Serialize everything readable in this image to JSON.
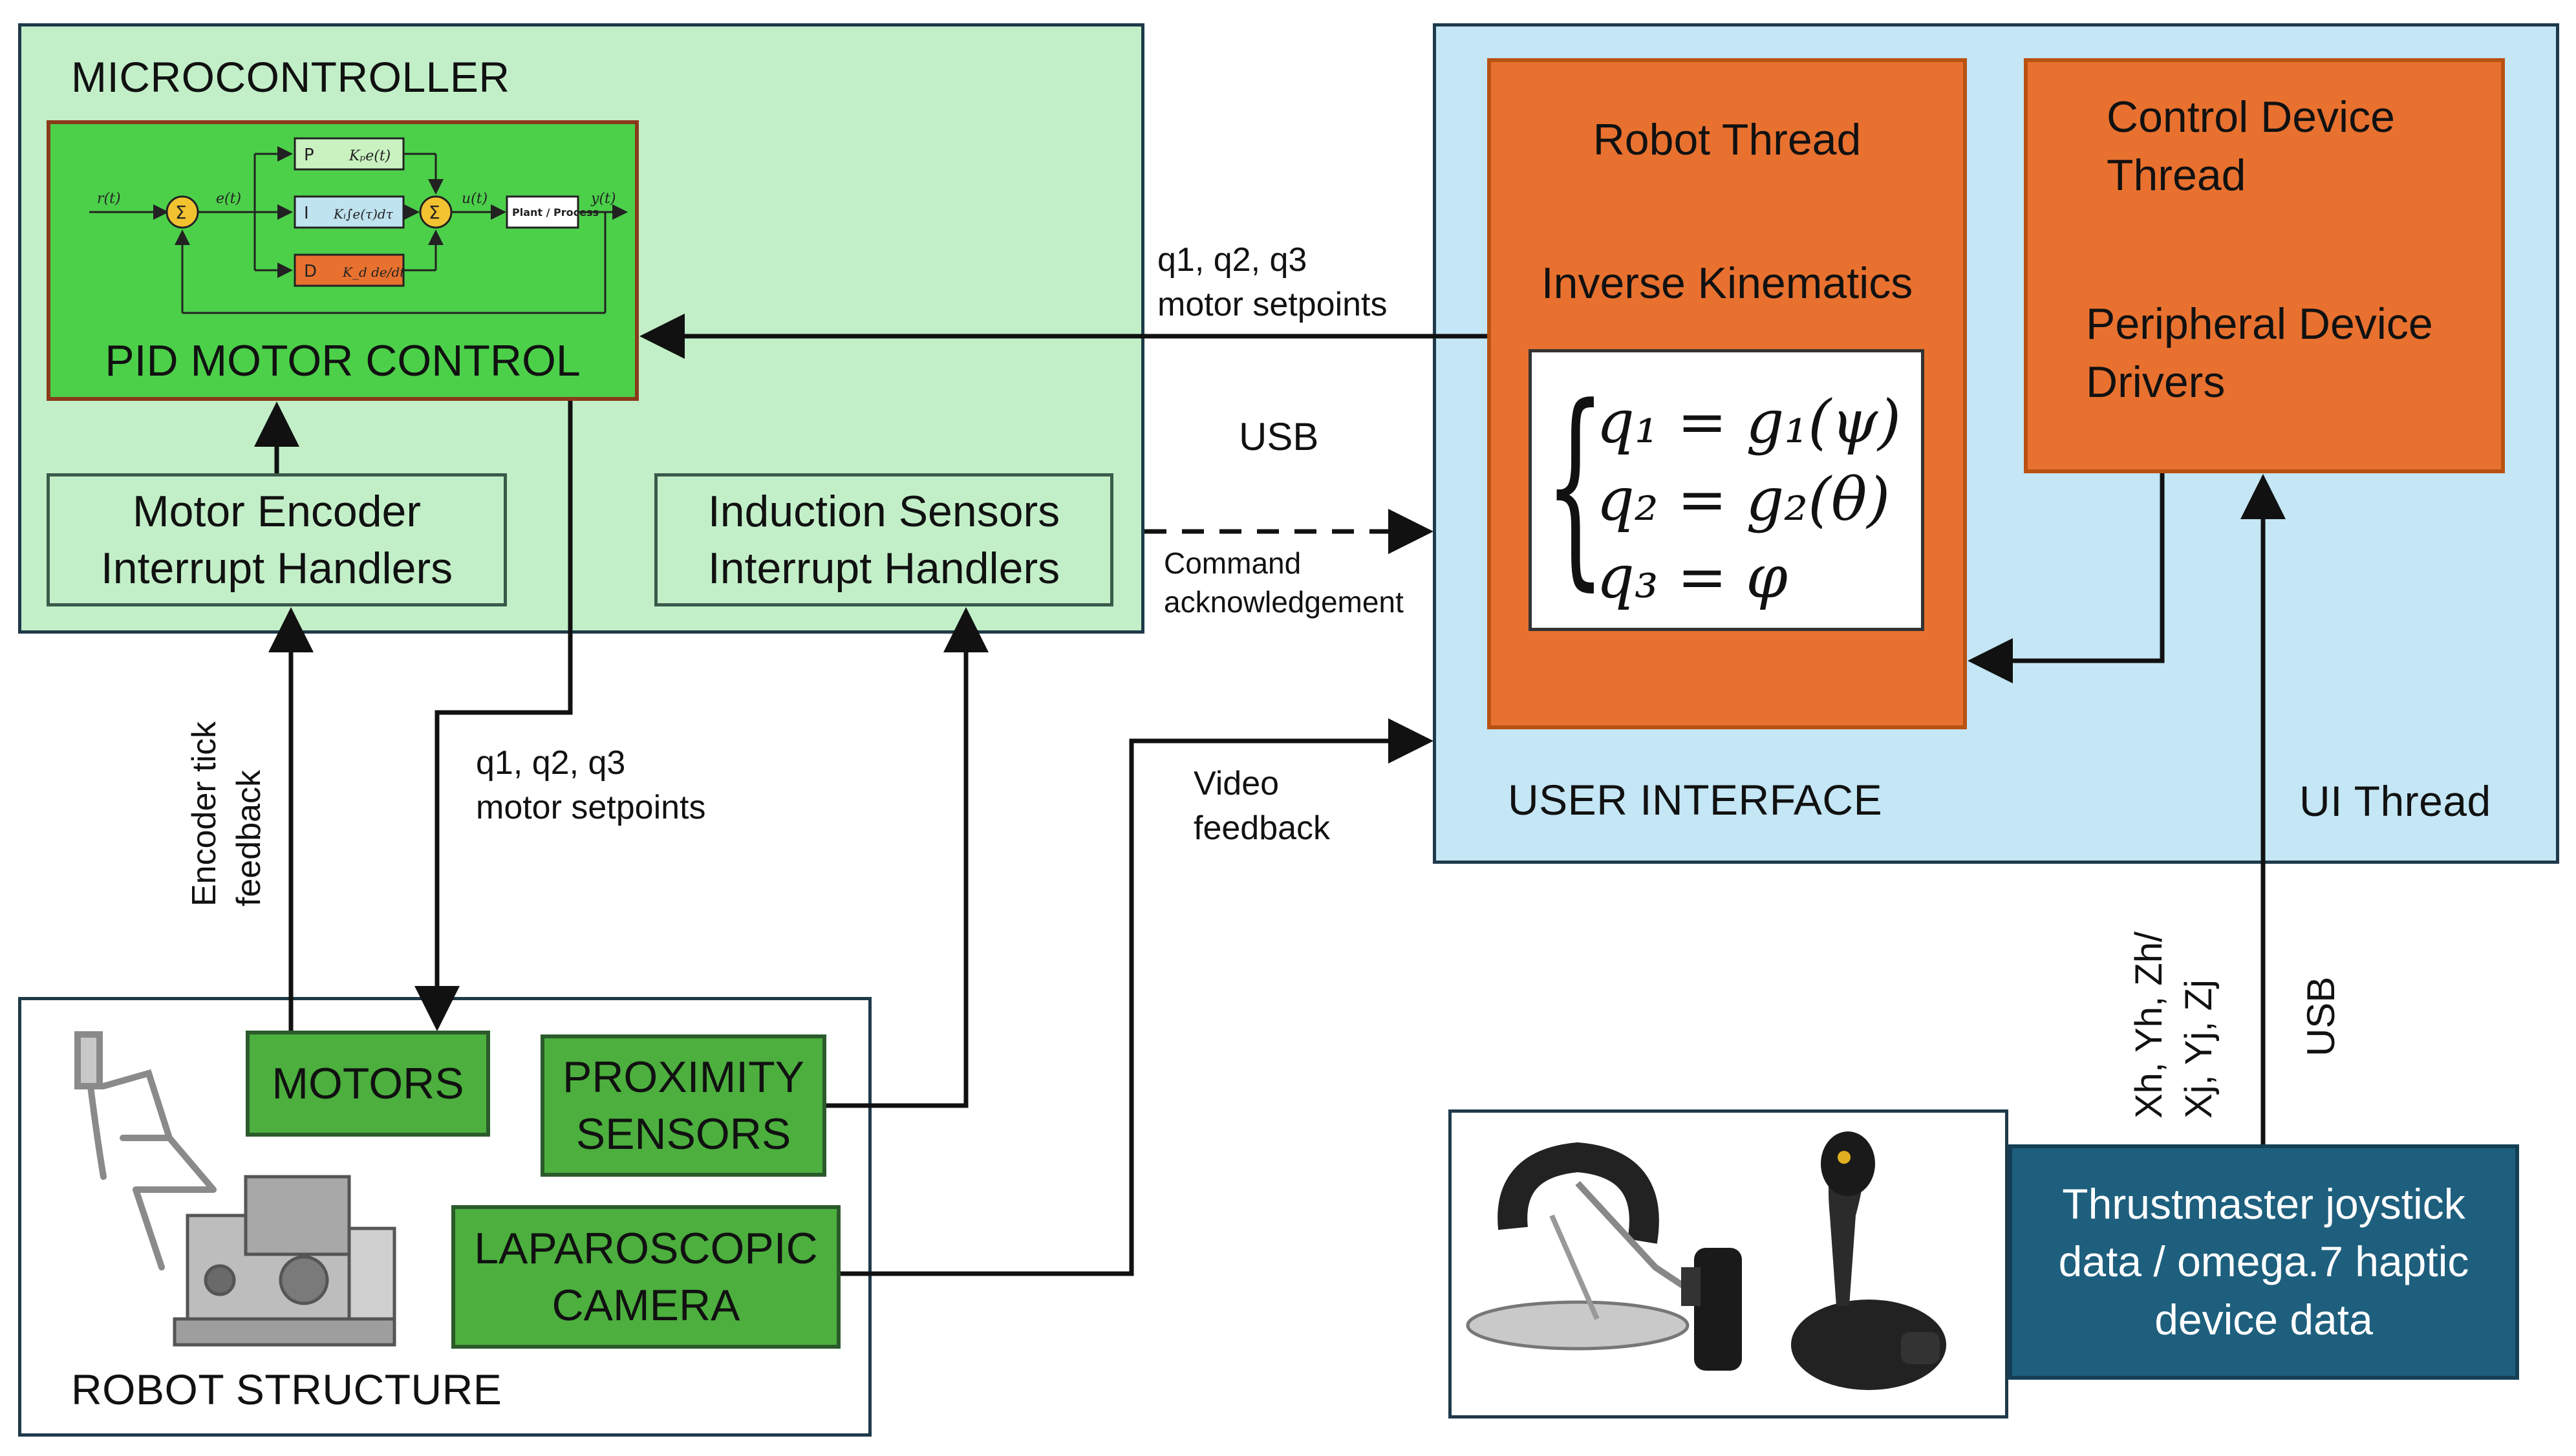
{
  "microcontroller": {
    "title": "MICROCONTROLLER",
    "pid": {
      "label": "PID MOTOR CONTROL",
      "p_label": "P",
      "i_label": "I",
      "d_label": "D",
      "p_expr": "Kₚe(t)",
      "i_expr": "Kᵢ∫e(τ)dτ",
      "d_expr": "K_d de/dt",
      "plant_label": "Plant / Process",
      "r_label": "r(t)",
      "e_label": "e(t)",
      "u_label": "u(t)",
      "y_label": "y(t)",
      "sigma": "Σ"
    },
    "encoder_handlers": "Motor Encoder\nInterrupt Handlers",
    "induction_handlers": "Induction Sensors\nInterrupt Handlers"
  },
  "user_interface": {
    "title": "USER INTERFACE",
    "robot_thread": {
      "title": "Robot Thread",
      "subtitle": "Inverse Kinematics",
      "eq1": "q₁ = g₁(ψ)",
      "eq2": "q₂ = g₂(θ)",
      "eq3": "q₃ = φ"
    },
    "control_thread": {
      "title": "Control Device\nThread",
      "subtitle": "Peripheral Device\nDrivers"
    },
    "ui_thread": "UI Thread"
  },
  "robot_structure": {
    "title": "ROBOT STRUCTURE",
    "motors": "MOTORS",
    "proximity": "PROXIMITY\nSENSORS",
    "camera": "LAPAROSCOPIC\nCAMERA"
  },
  "device_data": "Thrustmaster joystick\ndata / omega.7 haptic\ndevice data",
  "edge_labels": {
    "setpoints_top": "q1, q2, q3\nmotor setpoints",
    "usb_top": "USB",
    "command_ack": "Command\nacknowledgement",
    "setpoints_mid": "q1, q2, q3\nmotor setpoints",
    "video": "Video\nfeedback",
    "encoder_tick": "Encoder tick\nfeedback",
    "coords": "Xh, Yh, Zh/\nXj, Yj, Zj",
    "usb_right": "USB"
  },
  "colors": {
    "micro_bg": "#c2efc8",
    "ui_bg": "#c4e6f5",
    "pid_green": "#4cd04a",
    "module_green": "#4caf3e",
    "orange": "#e8712f",
    "device_blue": "#1e5f7e"
  }
}
